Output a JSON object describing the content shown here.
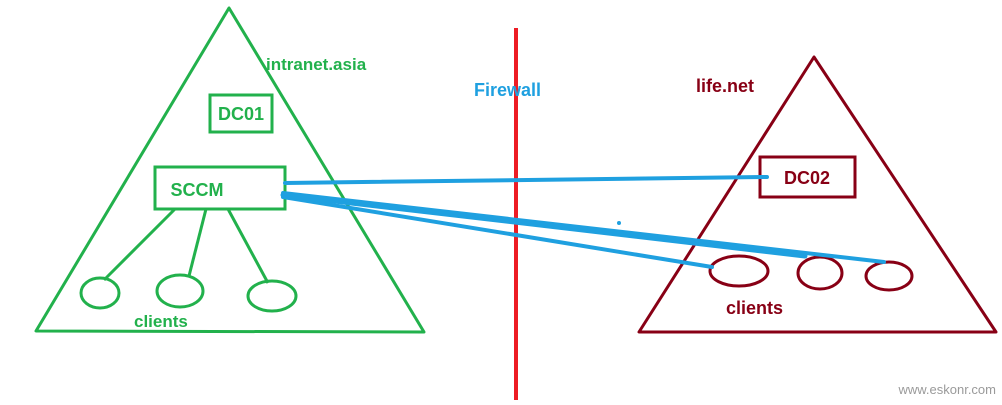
{
  "colors": {
    "left_domain": "#22b14c",
    "right_domain": "#880015",
    "firewall": "#ed1c24",
    "connection": "#1fa0e0",
    "watermark": "#9a9a9a"
  },
  "left_domain": {
    "name": "intranet.asia",
    "dc": "DC01",
    "server": "SCCM",
    "clients_label": "clients"
  },
  "firewall": {
    "label": "Firewall"
  },
  "right_domain": {
    "name": "life.net",
    "dc": "DC02",
    "clients_label": "clients"
  },
  "watermark": "www.eskonr.com"
}
